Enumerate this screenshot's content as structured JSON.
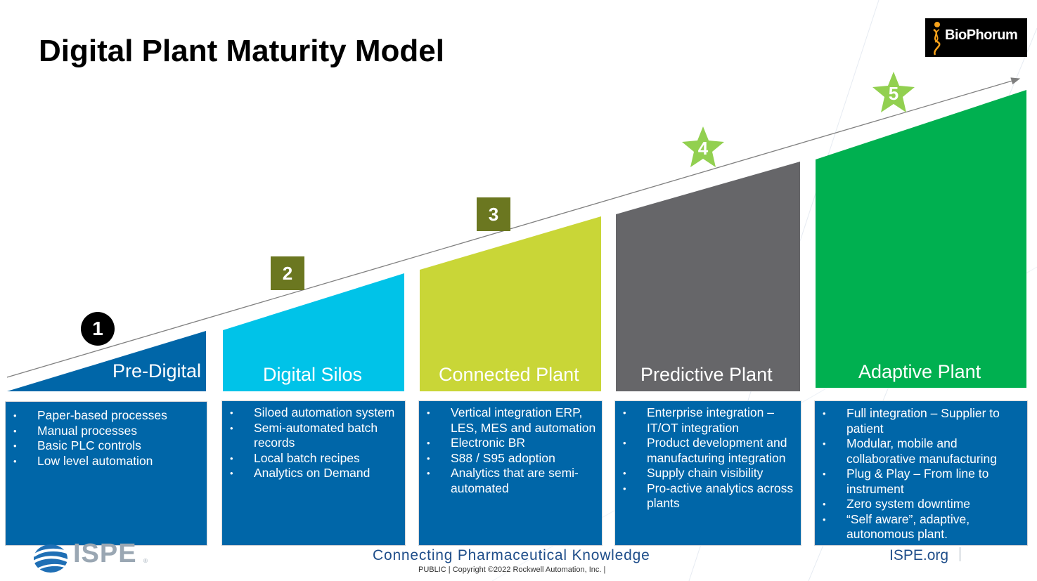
{
  "title": "Digital Plant Maturity Model",
  "logo": {
    "text": "BioPhorum"
  },
  "stages": [
    {
      "number": "1",
      "name": "Pre-Digital",
      "color": "#0066a8",
      "badge_color": "#000000",
      "items": [
        "Paper-based processes",
        "Manual processes",
        "Basic PLC controls",
        "Low level automation"
      ]
    },
    {
      "number": "2",
      "name": "Digital Silos",
      "color": "#00c3e8",
      "badge_color": "#6b7720",
      "items": [
        "Siloed automation system",
        "Semi-automated batch records",
        "Local batch recipes",
        "Analytics on Demand"
      ]
    },
    {
      "number": "3",
      "name": "Connected Plant",
      "color": "#c9d637",
      "badge_color": "#6b7720",
      "items": [
        "Vertical integration ERP, LES, MES and automation",
        "Electronic BR",
        "S88 / S95 adoption",
        "Analytics that are semi-automated"
      ]
    },
    {
      "number": "4",
      "name": "Predictive Plant",
      "color": "#666669",
      "badge_color": "#92d050",
      "items": [
        "Enterprise integration – IT/OT integration",
        "Product development and manufacturing integration",
        "Supply chain visibility",
        "Pro-active analytics across plants"
      ]
    },
    {
      "number": "5",
      "name": "Adaptive Plant",
      "color": "#00b050",
      "badge_color": "#92d050",
      "items": [
        "Full integration – Supplier to patient",
        "Modular, mobile and collaborative manufacturing",
        "Plug & Play – From line to instrument",
        "Zero system downtime",
        "“Self aware”, adaptive, autonomous plant."
      ]
    }
  ],
  "footer": {
    "org_logo_text": "ISPE",
    "tagline": "Connecting Pharmaceutical Knowledge",
    "copyright": "PUBLIC | Copyright ©2022 Rockwell Automation, Inc. |",
    "url": "ISPE.org"
  }
}
